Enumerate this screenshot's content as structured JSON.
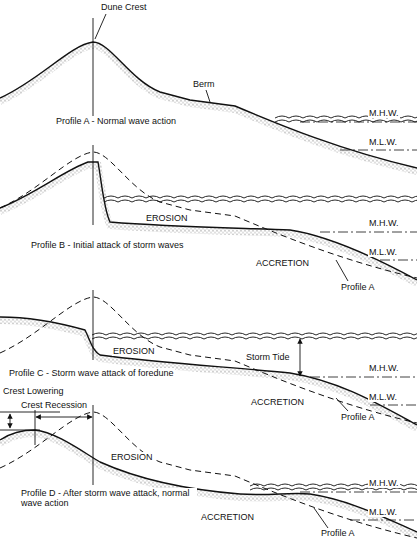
{
  "diagram": {
    "labels": [
      "Dune Crest",
      "Berm",
      "Profile A - Normal wave action",
      "M.H.W.",
      "M.L.W.",
      "EROSION",
      "M.H.W.",
      "Profile B - Initial attack of storm waves",
      "ACCRETION",
      "M.L.W.",
      "Profile A",
      "EROSION",
      "Storm Tide",
      "M.H.W.",
      "Profile C - Storm wave attack of foredune",
      "M.L.W.",
      "ACCRETION",
      "Profile A",
      "Crest Lowering",
      "Crest Recession",
      "EROSION",
      "M.H.W.",
      "M.L.W.",
      "Profile D - After storm wave attack, normal wave action",
      "ACCRETION",
      "Profile A"
    ]
  }
}
